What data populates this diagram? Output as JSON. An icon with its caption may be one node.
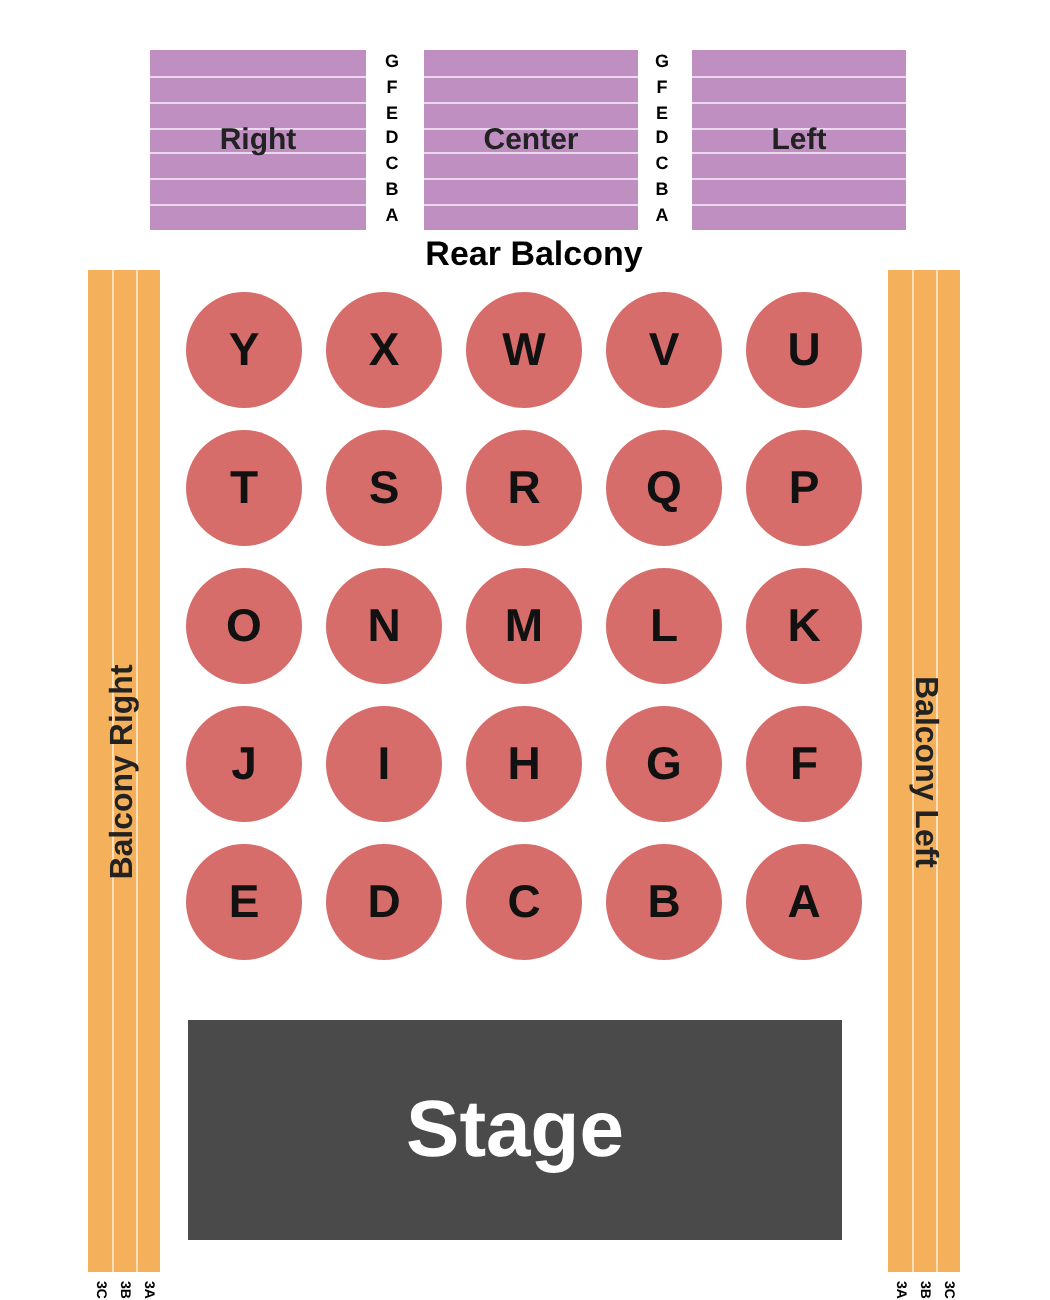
{
  "diagram": {
    "nodes": [
      {
        "text": [
          "Right"
        ]
      },
      {
        "text": [
          "Center"
        ]
      },
      {
        "text": [
          "Left"
        ]
      },
      {
        "text": [
          "Balcony Right"
        ]
      },
      {
        "text": [
          "Balcony Left"
        ]
      },
      {
        "text": [
          "Y"
        ]
      },
      {
        "text": [
          "X"
        ]
      },
      {
        "text": [
          "W"
        ]
      },
      {
        "text": [
          "V"
        ]
      },
      {
        "text": [
          "U"
        ]
      },
      {
        "text": [
          "T"
        ]
      },
      {
        "text": [
          "S"
        ]
      },
      {
        "text": [
          "R"
        ]
      },
      {
        "text": [
          "Q"
        ]
      },
      {
        "text": [
          "P"
        ]
      },
      {
        "text": [
          "O"
        ]
      },
      {
        "text": [
          "N"
        ]
      },
      {
        "text": [
          "M"
        ]
      },
      {
        "text": [
          "L"
        ]
      },
      {
        "text": [
          "K"
        ]
      },
      {
        "text": [
          "J"
        ]
      },
      {
        "text": [
          "I"
        ]
      },
      {
        "text": [
          "H"
        ]
      },
      {
        "text": [
          "G"
        ]
      },
      {
        "text": [
          "F"
        ]
      },
      {
        "text": [
          "E"
        ]
      },
      {
        "text": [
          "D"
        ]
      },
      {
        "text": [
          "C"
        ]
      },
      {
        "text": [
          "B"
        ]
      },
      {
        "text": [
          "A"
        ]
      },
      {
        "text": [
          "Stage"
        ]
      }
    ],
    "labels": [
      "G",
      "F",
      "E",
      "D",
      "C",
      "B",
      "A",
      "G",
      "F",
      "E",
      "D",
      "C",
      "B",
      "A",
      "Rear Balcony",
      "3C",
      "3B",
      "3A",
      "3A",
      "3B",
      "3C"
    ]
  }
}
